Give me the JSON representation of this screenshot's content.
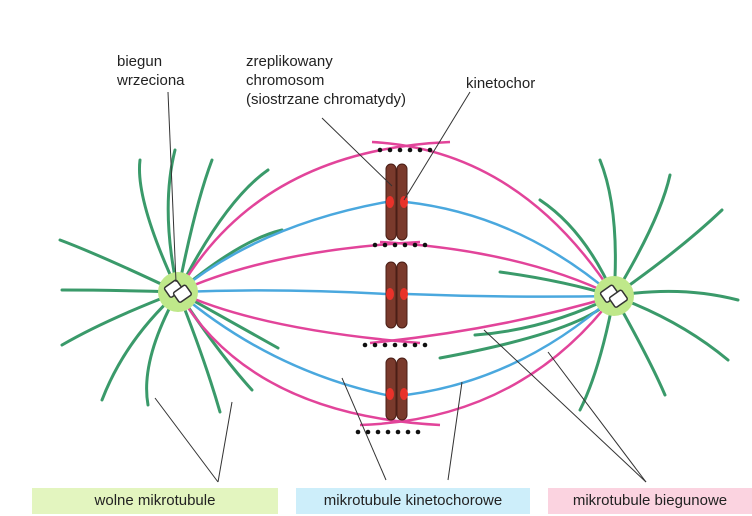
{
  "labels": {
    "pole": [
      "biegun",
      "wrzeciona"
    ],
    "chromosome": [
      "zreplikowany",
      "chromosom",
      "(siostrzane chromatydy)"
    ],
    "kinetochore": "kinetochor"
  },
  "legend": {
    "free": "wolne mikrotubule",
    "kinetochore": "mikrotubule kinetochorowe",
    "polar": "mikrotubule biegunowe"
  },
  "colors": {
    "free_microtubule": "#3a9a6a",
    "kinetochore_microtubule": "#4aa8de",
    "polar_microtubule": "#e2449a",
    "chromosome": "#7a3a2c",
    "kinetochore": "#e8322a",
    "pole_glow": "#bfe88a",
    "legend_free_bg": "#e3f5bf",
    "legend_kinetochore_bg": "#cdeefa",
    "legend_polar_bg": "#fbd3e0"
  }
}
